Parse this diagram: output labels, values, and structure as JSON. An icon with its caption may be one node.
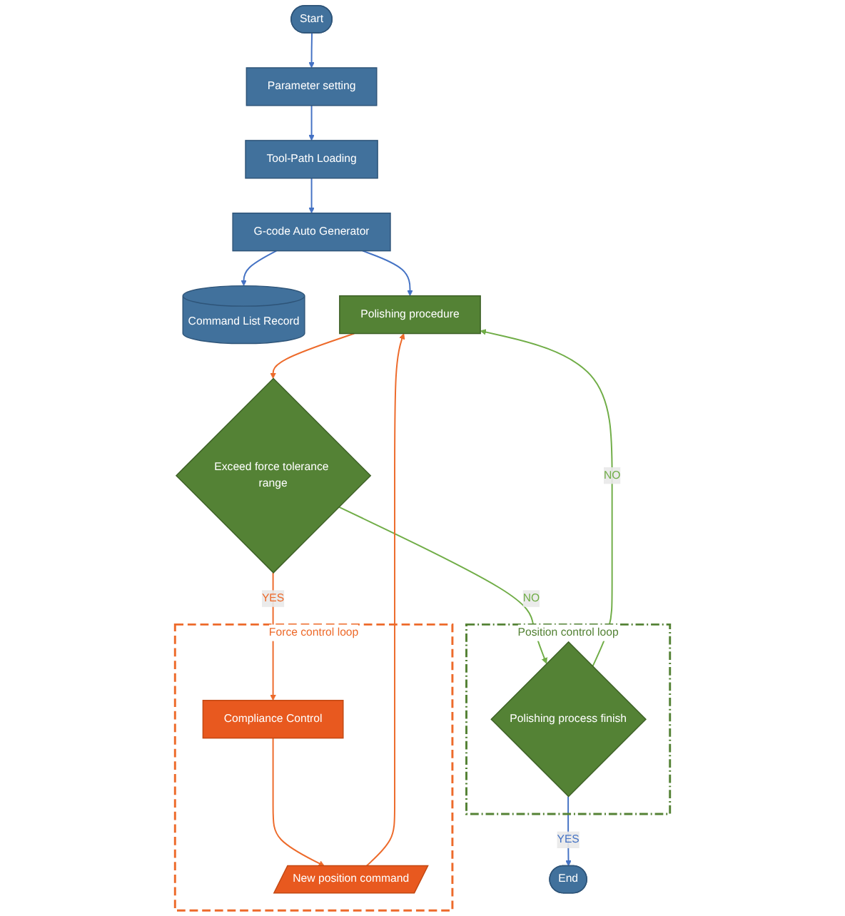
{
  "diagram": {
    "nodes": [
      {
        "text": [
          "Start"
        ]
      },
      {
        "text": [
          "End"
        ]
      },
      {
        "text": [
          "Parameter setting"
        ]
      },
      {
        "text": [
          "Tool-Path Loading"
        ]
      },
      {
        "text": [
          "G-code Auto Generator"
        ]
      },
      {
        "text": [
          "Command List Record"
        ]
      },
      {
        "text": [
          "Position control loop"
        ]
      },
      {
        "text": [
          "Polishing process finish"
        ],
        "in": 6
      },
      {
        "text": [
          "Force control loop"
        ]
      },
      {
        "text": [
          "Polishing procedure"
        ]
      },
      {
        "text": [
          "Exceed force tolerance range"
        ]
      },
      {
        "text": [
          "Compliance Control"
        ],
        "in": 8
      },
      {
        "text": [
          "New position command"
        ],
        "in": 8
      }
    ],
    "edges": [
      {
        "from": 0,
        "to": 2,
        "arrow": "to"
      },
      {
        "from": 2,
        "to": 3,
        "arrow": "to"
      },
      {
        "from": 3,
        "to": 4,
        "arrow": "to"
      },
      {
        "from": 4,
        "to": 5,
        "arrow": "to"
      },
      {
        "from": 4,
        "to": 9,
        "arrow": "to"
      },
      {
        "from": 7,
        "to": 1,
        "arrow": "to",
        "label": "YES"
      },
      {
        "from": 7,
        "to": 9,
        "arrow": "to",
        "label": "NO",
        "color": "#70ad47"
      },
      {
        "from": 10,
        "to": 7,
        "arrow": "to",
        "label": "NO",
        "color": "#70ad47"
      },
      {
        "from": 9,
        "to": 10,
        "arrow": "to",
        "color": "#ed6a2a"
      },
      {
        "from": 10,
        "to": 11,
        "arrow": "to",
        "label": "YES",
        "color": "#ed6a2a"
      },
      {
        "from": 11,
        "to": 12,
        "arrow": "to",
        "color": "#ed6a2a"
      },
      {
        "from": 12,
        "to": 9,
        "arrow": "to",
        "color": "#ed6a2a"
      }
    ]
  }
}
